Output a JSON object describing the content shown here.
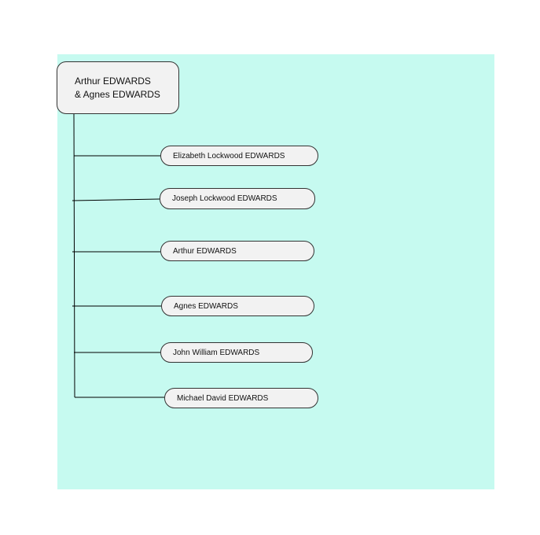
{
  "parents": {
    "line1": "Arthur EDWARDS",
    "line2": "& Agnes EDWARDS"
  },
  "children": [
    {
      "name": "Elizabeth Lockwood EDWARDS"
    },
    {
      "name": "Joseph Lockwood EDWARDS"
    },
    {
      "name": "Arthur EDWARDS"
    },
    {
      "name": "Agnes EDWARDS"
    },
    {
      "name": "John William EDWARDS"
    },
    {
      "name": "Michael David EDWARDS"
    }
  ],
  "colors": {
    "background": "#c6faf0",
    "node_fill": "#f2f2f2",
    "line": "#000000"
  }
}
